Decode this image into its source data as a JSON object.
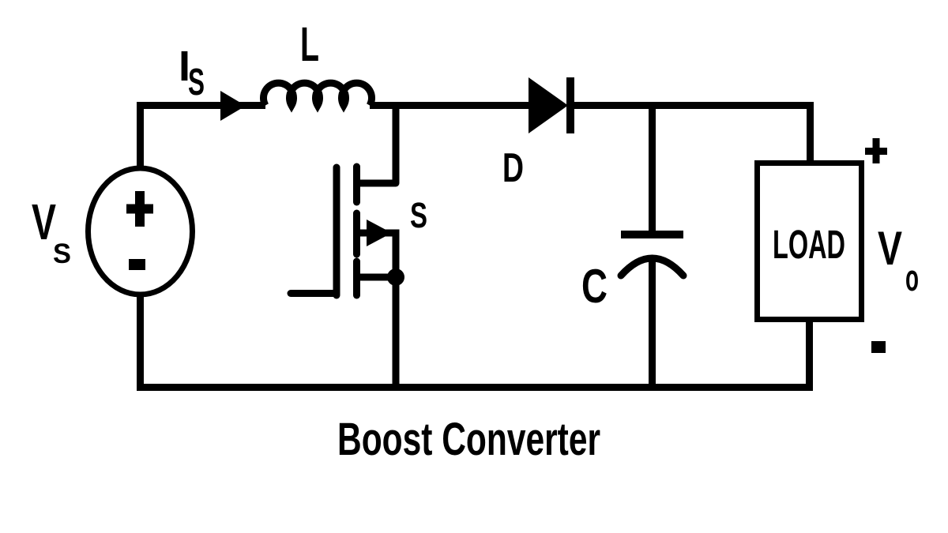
{
  "title": "Boost Converter",
  "colors": {
    "ink": "#000000",
    "background": "#ffffff"
  },
  "components": {
    "voltage_source": {
      "label": "V",
      "subscript": "S",
      "plus": "+",
      "minus": "-"
    },
    "source_current": {
      "label": "I",
      "subscript": "S"
    },
    "inductor": {
      "label": "L"
    },
    "switch": {
      "label": "S"
    },
    "diode": {
      "label": "D"
    },
    "capacitor": {
      "label": "C"
    },
    "load": {
      "label": "LOAD"
    },
    "output_voltage": {
      "label": "V",
      "subscript": "o",
      "plus": "+",
      "minus": "-"
    }
  }
}
